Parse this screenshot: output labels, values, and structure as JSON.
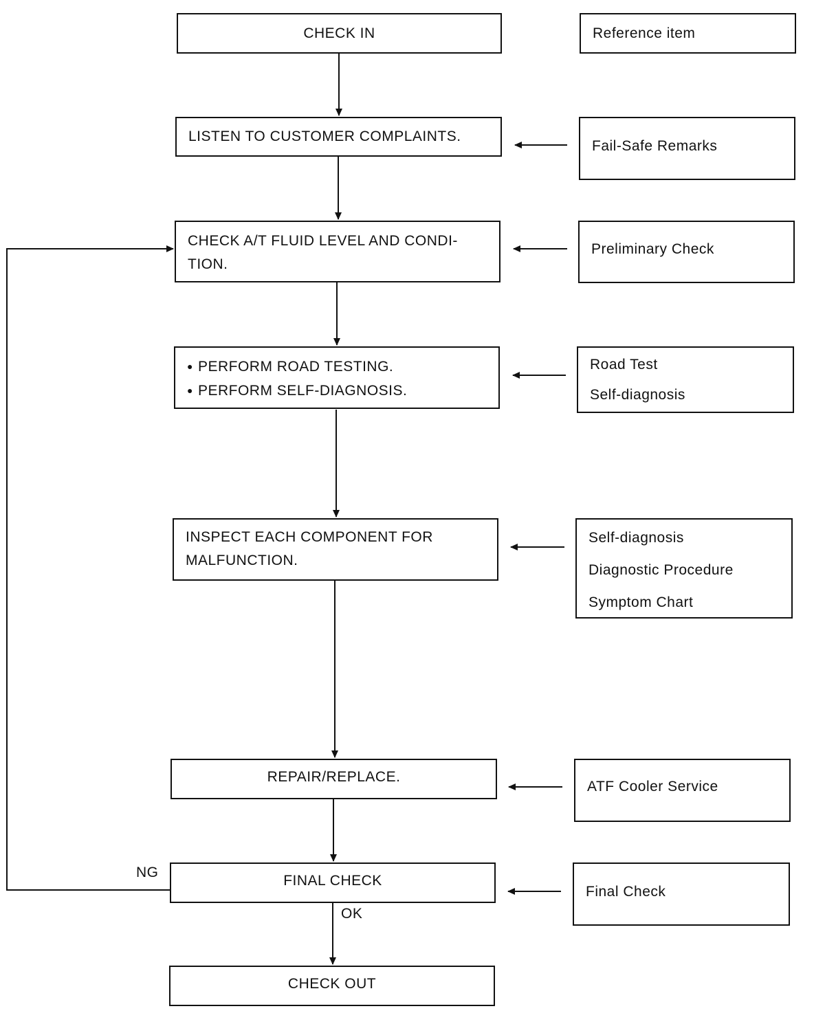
{
  "flow": {
    "check_in": "CHECK IN",
    "listen": "LISTEN TO CUSTOMER COMPLAINTS.",
    "check_fluid": [
      "CHECK A/T FLUID LEVEL AND CONDI-",
      "TION."
    ],
    "perform": [
      "PERFORM ROAD TESTING.",
      "PERFORM SELF-DIAGNOSIS."
    ],
    "inspect": [
      "INSPECT EACH COMPONENT FOR",
      "MALFUNCTION."
    ],
    "repair": "REPAIR/REPLACE.",
    "final_check": "FINAL CHECK",
    "check_out": "CHECK OUT",
    "ng_label": "NG",
    "ok_label": "OK"
  },
  "reference": {
    "header": "Reference item",
    "fail_safe": [
      "Fail-Safe Remarks"
    ],
    "preliminary": [
      "Preliminary Check"
    ],
    "road_test": [
      "Road Test",
      "Self-diagnosis"
    ],
    "inspect_refs": [
      "Self-diagnosis",
      "Diagnostic Procedure",
      "Symptom Chart"
    ],
    "atf": [
      "ATF Cooler Service"
    ],
    "final": [
      "Final Check"
    ]
  }
}
